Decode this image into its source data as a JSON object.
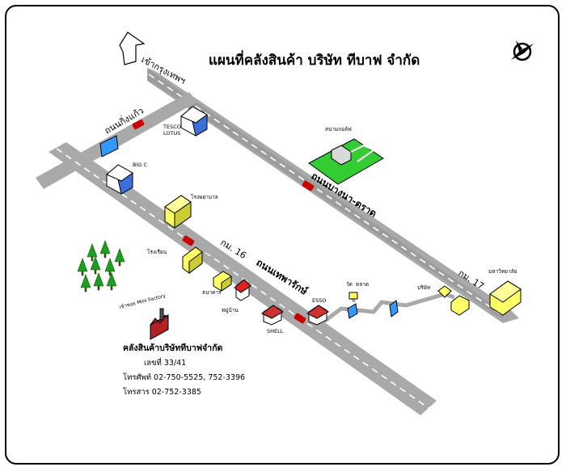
{
  "title": "แผนที่คลังสินค้า บริษัท ทีบาฟ จำกัด",
  "roads": {
    "to_bangkok": "เข้ากรุงเทพฯ",
    "thanon_king_kaeo": "ถนนกิ่งแก้ว",
    "bangna_trad": "ถนนบางนา-ตราด",
    "thepharak": "ถนนเทพารักษ์",
    "km16": "กม. 16",
    "km17": "กม. 17"
  },
  "places": {
    "tesco": "TESCO",
    "lotus": "LOTUS",
    "bigc": "BIG C",
    "golf": "สนามกอล์ฟ",
    "hospital": "โรงพยาบาล",
    "school": "โรงเรียน",
    "bank": "ธนาคาร",
    "village": "หมู่บ้าน",
    "shell": "SHELL",
    "esso": "ESSO",
    "temp1": "วัด",
    "market": "ตลาด",
    "company": "บริษัท",
    "university": "มหาวิทยาลัย",
    "factory_sign": "เข้าซอย Mini Factory"
  },
  "warehouse": {
    "name": "คลังสินค้าบริษัททีบาฟจำกัด",
    "address": "เลขที่ 33/41",
    "phone": "โทรศัพท์ 02-750-5525, 752-3396",
    "fax": "โทรสาร 02-752-3385"
  },
  "icons": {
    "north_arrow": "north-arrow-icon",
    "compass": "compass-icon",
    "car": "car-icon",
    "tree": "tree-icon",
    "factory": "factory-icon",
    "bridge": "bridge-icon"
  },
  "colors": {
    "road": "#a9a9a9",
    "road_dark": "#7f7f7f",
    "building_yellow": "#ffff66",
    "golf_green": "#33cc33",
    "tree_green": "#1e9e1e",
    "car_red": "#cc0000",
    "water_blue": "#3399ff",
    "factory_red": "#b22222"
  }
}
